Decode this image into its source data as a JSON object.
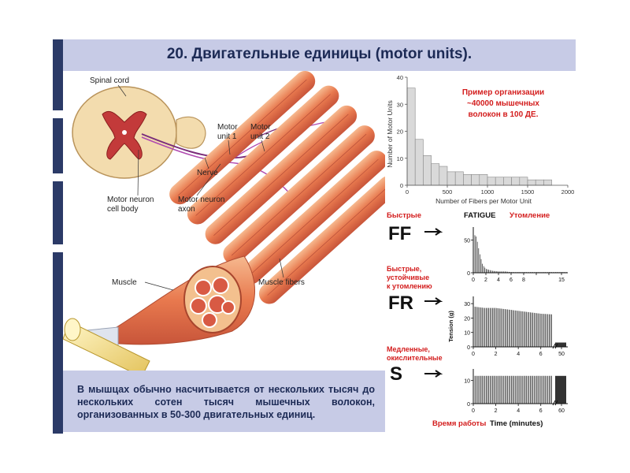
{
  "title": "20. Двигательные единицы (motor units).",
  "bottom_text": "В мышцах обычно насчитывается от нескольких тысяч до нескольких сотен тысяч мышечных волокон, организованных в 50-300 двигательных единиц.",
  "anatomy_labels": {
    "spinal_cord": "Spinal cord",
    "motor_unit_1": [
      "Motor",
      "unit 1"
    ],
    "motor_unit_2": [
      "Motor",
      "unit 2"
    ],
    "nerve": "Nerve",
    "motor_neuron_cell_body": [
      "Motor neuron",
      "cell body"
    ],
    "motor_neuron_axon": [
      "Motor neuron",
      "axon"
    ],
    "muscle": "Muscle",
    "muscle_fibers": "Muscle fibers"
  },
  "histogram": {
    "annotation": [
      "Пример организации",
      "~40000 мышечных",
      "волокон в 100 ДЕ."
    ],
    "annotation_color": "#d31d1d"
  },
  "fatigue": {
    "fatigue_label": "FATIGUE",
    "utomlenie": "Утомление",
    "ff_desc": "Быстрые",
    "ff": "FF",
    "fr_desc": [
      "Быстрые,",
      "устойчивые",
      "к утомлению"
    ],
    "fr": "FR",
    "s_desc": [
      "Медленные,",
      "окислительные"
    ],
    "s": "S",
    "time_label_ru": "Время работы",
    "time_label_en": "Time (minutes)",
    "tension_label": "Tension (g)",
    "red": "#d31d1d"
  },
  "chart_data": [
    {
      "type": "bar",
      "title": "",
      "xlabel": "Number of Fibers per Motor Unit",
      "ylabel": "Number of Motor Units",
      "xlim": [
        0,
        2000
      ],
      "ylim": [
        0,
        40
      ],
      "xticks": [
        0,
        500,
        1000,
        1500,
        2000
      ],
      "yticks": [
        0,
        10,
        20,
        30,
        40
      ],
      "bin_width": 100,
      "x": [
        50,
        150,
        250,
        350,
        450,
        550,
        650,
        750,
        850,
        950,
        1050,
        1150,
        1250,
        1350,
        1450,
        1550,
        1650,
        1750,
        1850,
        1950
      ],
      "values": [
        36,
        17,
        11,
        8,
        7,
        5,
        5,
        4,
        4,
        4,
        3,
        3,
        3,
        3,
        3,
        2,
        2,
        2,
        0,
        0
      ]
    },
    {
      "type": "line",
      "title": "FF",
      "xlabel": "",
      "ylabel": "",
      "xticks": [
        0,
        2,
        4,
        6,
        8,
        10,
        12,
        14
      ],
      "xtick_labels": [
        "0",
        "2",
        "4",
        "6",
        "8",
        "",
        "",
        "15"
      ],
      "yticks": [
        0,
        50
      ],
      "ylim": [
        0,
        70
      ],
      "x": [
        0,
        0.5,
        1,
        1.5,
        2,
        3,
        4,
        5,
        6,
        8,
        10,
        12,
        15
      ],
      "values": [
        60,
        55,
        30,
        12,
        6,
        3,
        2,
        2,
        1,
        1,
        1,
        1,
        1
      ]
    },
    {
      "type": "line",
      "title": "FR",
      "xlabel": "",
      "ylabel": "Tension (g)",
      "xticks": [
        0,
        2,
        4,
        6,
        50
      ],
      "yticks": [
        0,
        10,
        20,
        30
      ],
      "ylim": [
        0,
        35
      ],
      "x": [
        0,
        1,
        2,
        3,
        4,
        5,
        6,
        50
      ],
      "values": [
        28,
        27,
        27,
        26,
        25,
        24,
        23,
        3
      ]
    },
    {
      "type": "line",
      "title": "S",
      "xlabel": "Time (minutes)",
      "ylabel": "",
      "xticks": [
        0,
        2,
        4,
        6,
        60
      ],
      "yticks": [
        0,
        10
      ],
      "ylim": [
        0,
        15
      ],
      "x": [
        0,
        2,
        4,
        6,
        60
      ],
      "values": [
        12,
        12,
        12,
        12,
        12
      ]
    }
  ]
}
